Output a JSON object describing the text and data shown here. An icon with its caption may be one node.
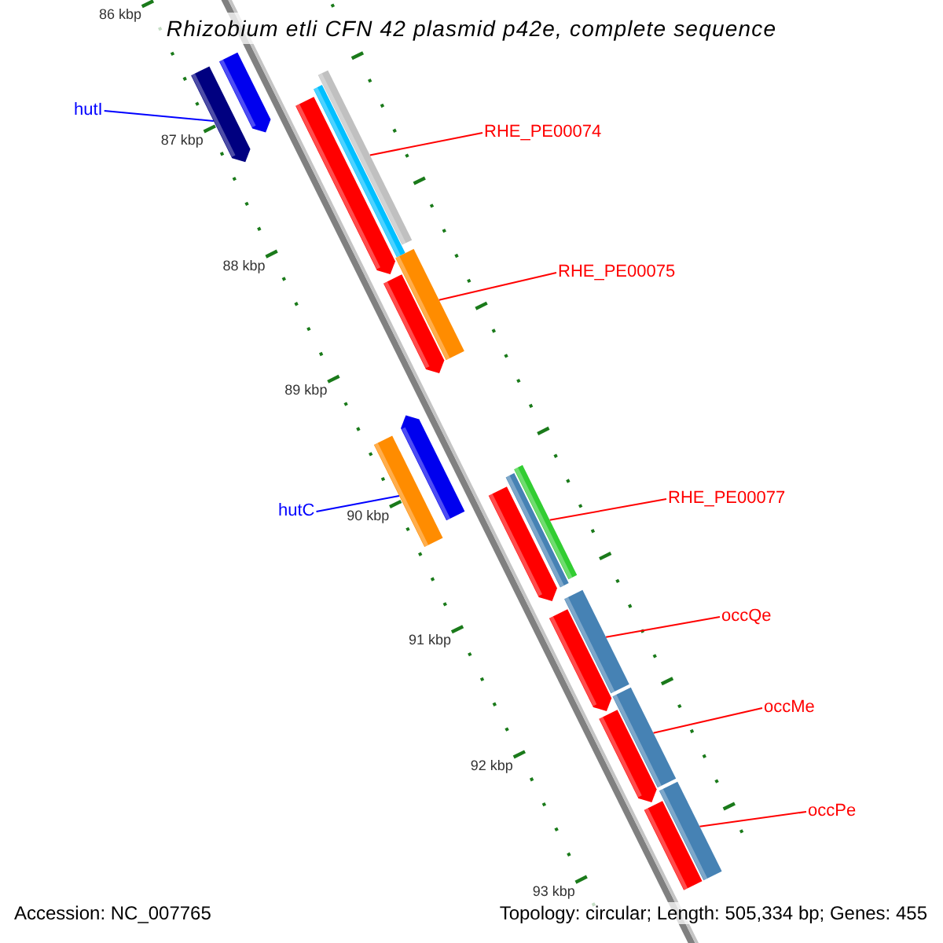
{
  "diagram": {
    "title": "Rhizobium etli CFN 42 plasmid p42e, complete sequence",
    "nodes": [
      {
        "text": [
          "hutI"
        ]
      },
      {
        "text": [
          "RHE_PE00074"
        ]
      },
      {
        "text": [
          "RHE_PE00075"
        ]
      },
      {
        "text": [
          "hutC"
        ]
      },
      {
        "text": [
          "RHE_PE00077"
        ]
      },
      {
        "text": [
          "occQe"
        ]
      },
      {
        "text": [
          "occMe"
        ]
      },
      {
        "text": [
          "occPe"
        ]
      },
      {
        "text": [],
        "shape": "bar"
      },
      {
        "text": [],
        "shape": "bar"
      },
      {
        "text": [],
        "shape": "bar"
      },
      {
        "text": [],
        "shape": "bar"
      },
      {
        "text": [],
        "shape": "bar"
      },
      {
        "text": [],
        "shape": "bar"
      },
      {
        "text": [],
        "shape": "bar"
      },
      {
        "text": [],
        "shape": "bar"
      },
      {
        "text": [],
        "shape": "bar"
      },
      {
        "text": [],
        "shape": "bar"
      },
      {
        "text": [],
        "shape": "bar"
      },
      {
        "text": [],
        "shape": "bar"
      },
      {
        "text": [],
        "shape": "bar"
      },
      {
        "text": [],
        "shape": "bar"
      },
      {
        "text": [],
        "shape": "bar"
      },
      {
        "text": [],
        "shape": "bar"
      },
      {
        "text": [],
        "shape": "bar"
      },
      {
        "text": [],
        "shape": "bar"
      }
    ],
    "edges": [
      {
        "from": 0,
        "to": 8,
        "arrow": "none",
        "color": "#0000ff"
      },
      {
        "from": 1,
        "to": 12,
        "arrow": "none"
      },
      {
        "from": 2,
        "to": 14,
        "arrow": "none"
      },
      {
        "from": 3,
        "to": 15,
        "arrow": "none",
        "color": "#0000ff"
      },
      {
        "from": 4,
        "to": 19,
        "arrow": "none"
      },
      {
        "from": 5,
        "to": 21,
        "arrow": "none"
      },
      {
        "from": 6,
        "to": 23,
        "arrow": "none"
      },
      {
        "from": 7,
        "to": 25,
        "arrow": "none"
      }
    ],
    "labels": [
      "86 kbp",
      "87 kbp",
      "88 kbp",
      "89 kbp",
      "90 kbp",
      "91 kbp",
      "92 kbp",
      "93 kbp",
      "Accession: NC_007765",
      "Topology: circular; Length: 505,334 bp; Genes: 455"
    ]
  }
}
